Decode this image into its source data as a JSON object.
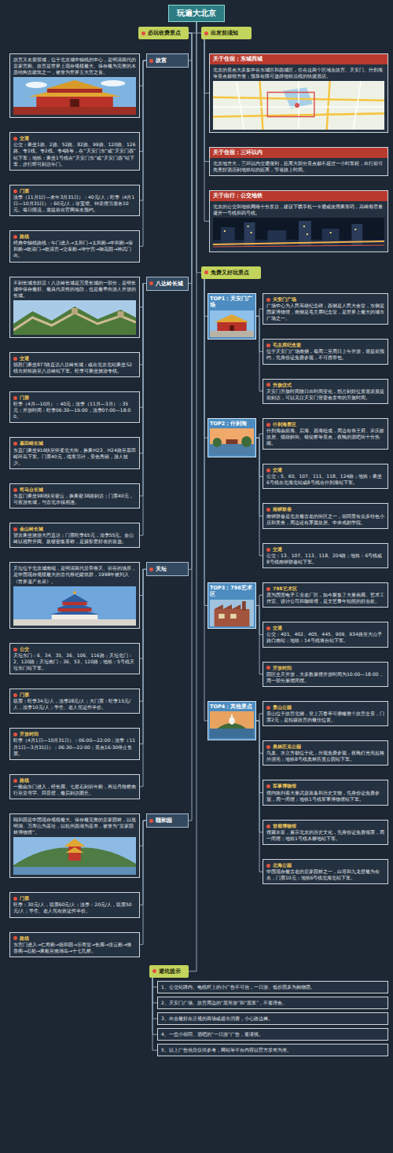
{
  "diagram": {
    "title": "玩遍大北京",
    "nodes": [
      {
        "text": [
          "玩遍大北京"
        ]
      },
      {
        "text": [
          "必玩收费景点"
        ]
      },
      {
        "text": [
          "出发前须知"
        ]
      },
      {
        "text": [
          "故宫"
        ]
      },
      {
        "text": [
          "故宫又名紫禁城，位于北京城中轴线的中心，是明清两代的皇家宫殿。故宫是世界上现存规模最大、保存最为完整的木质结构古建筑之一，被誉为世界五大宫之首。"
        ]
      },
      {
        "text": [
          "交通",
          "公交：乘坐1路、2路、52路、82路、99路、120路、126路、专1线、专2线、专4路等，在“天安门东”或“天安门西”站下车；地铁：乘坐1号线在“天安门东”或“天安门西”站下车，步行即可到达午门。"
        ]
      },
      {
        "text": [
          "门票",
          "淡季（11月1日—来年3月31日）：40元/人；旺季（4月1日—10月31日）：60元/人；珍宝馆、钟表馆另需各10元。每日限流，需提前在官网实名预约。"
        ]
      },
      {
        "text": [
          "路线",
          "经典中轴线路线：午门进入→太和门→太和殿→中和殿→保和殿→乾清门→乾清宫→交泰殿→坤宁宫→御花园→神武门出。"
        ]
      },
      {
        "text": [
          "八达岭长城"
        ]
      },
      {
        "text": [
          "不到长城非好汉！八达岭长城是万里长城的一部分，是明长城中保存最好、最具代表性的地段，也是最早向游人开放的长城。"
        ]
      },
      {
        "text": [
          "交通",
          "德胜门乘坐877路直达八达岭长城；或在北京北站乘坐S2线市郊铁路至八达岭站下车。旺季可乘坐旅游专线。"
        ]
      },
      {
        "text": [
          "门票",
          "旺季（4月—10月）：40元；淡季（11月—3月）：35元；开放时间：旺季06:30—19:00，淡季07:00—18:00。"
        ]
      },
      {
        "text": [
          "慕田峪长城",
          "东直门乘坐916快至怀柔北大街，换乘H23、H24路至慕田峪环岛下车。门票40元，缆车另计，景色秀丽，游人较少。"
        ]
      },
      {
        "text": [
          "司马台长城",
          "东直门乘坐980快至密云，换乘密38路到达；门票40元，可夜游长城，与古北水镇相连。"
        ]
      },
      {
        "text": [
          "金山岭长城",
          "望京乘坐旅游大巴直达；门票旺季65元，淡季55元。金山岭以视野开阔、敌楼密集著称，是摄影爱好者的首选。"
        ]
      },
      {
        "text": [
          "天坛"
        ]
      },
      {
        "text": [
          "天坛位于北京城南端，是明清两代皇帝祭天、祈谷的场所，是中国现存规模最大的古代祭祀建筑群，1998年被列入《世界遗产名录》。"
        ]
      },
      {
        "text": [
          "公交",
          "天坛东门：6、34、35、36、106、116路；天坛北门：2、120路；天坛南门：36、53、120路；地铁：5号线天坛东门站下车。"
        ]
      },
      {
        "text": [
          "门票",
          "联票：旺季34元/人，淡季28元/人；大门票：旺季15元/人，淡季10元/人；学生、老人凭证件半价。"
        ]
      },
      {
        "text": [
          "开放时间",
          "旺季（4月1日—10月31日）：06:00—22:00；淡季（11月1日—3月31日）：06:30—22:00；景点16:30停止售票。"
        ]
      },
      {
        "text": [
          "路线",
          "一般由东门进入，经长廊、七星石到祈年殿，再沿丹陛桥南行至皇穹宇、回音壁，最后到达圜丘。"
        ]
      },
      {
        "text": [
          "颐和园"
        ]
      },
      {
        "text": [
          "颐和园是中国现存规模最大、保存最完整的皇家园林，以昆明湖、万寿山为基址，以杭州西湖为蓝本，被誉为“皇家园林博物馆”。"
        ]
      },
      {
        "text": [
          "门票",
          "旺季：30元/人，联票60元/人；淡季：20元/人，联票50元/人；学生、老人凭有效证件半价。"
        ]
      },
      {
        "text": [
          "路线",
          "东宫门进入→仁寿殿→德和园→乐寿堂→长廊→排云殿→佛香阁→石舫→乘船至南湖岛→十七孔桥。"
        ]
      },
      {
        "text": [
          "关于住宿：东城西城",
          "北京的景点大多集中在东城区和西城区，住在这两个区域去故宫、天安门、什刹海等景点都很方便；预算有限可选择地铁沿线的快捷酒店。"
        ]
      },
      {
        "text": [
          "关于住宿：三环以内",
          "北京地方大，三环以内交通便利，距离大部分景点都不超过一小时车程，出行前可先查好酒店到地铁站的距离，节省路上时间。"
        ]
      },
      {
        "text": [
          "关于出行：公交地铁",
          "北京的公交和地铁网络十分发达，建议下载手机一卡通或使用乘车码，高峰期尽量避开一号线和四号线。"
        ]
      },
      {
        "text": [
          "免费又好玩景点"
        ]
      },
      {
        "text": [
          "TOP1：天安门广场"
        ]
      },
      {
        "text": [
          "天安门广场",
          "广场中心为人民英雄纪念碑，西侧是人民大会堂，东侧是国家博物馆，南侧是毛主席纪念堂，是世界上最大的城市广场之一。"
        ]
      },
      {
        "text": [
          "毛主席纪念堂",
          "位于天安门广场南侧，每周二至周日上午开放，需提前预约，凭身份证免费参观，不可携带包。"
        ]
      },
      {
        "text": [
          "升旗仪式",
          "天安门升旗时间随日出时间变化，想占到好位置需凌晨提前到达，可以关注天安门管委会发布的升旗时间。"
        ]
      },
      {
        "text": [
          "TOP2：什刹海"
        ]
      },
      {
        "text": [
          "什刹海景区",
          "什刹海由前海、后海、西海组成，周边有恭王府、宋庆龄故居、烟袋斜街、银锭桥等景点，夜晚的酒吧街十分热闹。"
        ]
      },
      {
        "text": [
          "交通",
          "公交：5、60、107、111、118、124路；地铁：乘坐6号线在北海北站或8号线在什刹海站下车。"
        ]
      },
      {
        "text": [
          "南锣鼓巷",
          "南锣鼓巷是北京最古老的街区之一，胡同里有众多特色小店和美食，周边还有茅盾故居、中央戏剧学院。"
        ]
      },
      {
        "text": [
          "交通",
          "公交：13、107、113、118、204路；地铁：6号线或8号线南锣鼓巷站下车。"
        ]
      },
      {
        "text": [
          "TOP3：798艺术区"
        ]
      },
      {
        "text": [
          "798艺术区",
          "原为国营电子工业老厂区，如今聚集了大量画廊、艺术工作室、设计公司和咖啡馆，是文艺青年拍照的好去处。"
        ]
      },
      {
        "text": [
          "交通",
          "公交：401、402、405、445、909、934路至大山子路口南站；地铁：14号线将台站下车。"
        ]
      },
      {
        "text": [
          "开放时间",
          "园区全天开放，大多数展馆开放时间为10:00—18:00，周一部分展馆闭馆。"
        ]
      },
      {
        "text": [
          "TOP4：其他景点"
        ]
      },
      {
        "text": [
          "景山公园",
          "景山位于故宫北侧，登上万春亭可俯瞰整个故宫全景，门票2元，是拍摄故宫的最佳位置。"
        ]
      },
      {
        "text": [
          "奥林匹克公园",
          "鸟巢、水立方都位于此，外观免费参观，夜晚灯光亮起格外漂亮；地铁8号线奥林匹克公园站下车。"
        ]
      },
      {
        "text": [
          "军事博物馆",
          "馆内陈列着大量武器装备和历史文物，凭身份证免费参观，周一闭馆；地铁1号线军事博物馆站下车。"
        ]
      },
      {
        "text": [
          "首都博物馆",
          "馆藏丰富，展示北京的历史文化，凭身份证免费领票，周一闭馆；地铁1号线木樨地站下车。"
        ]
      },
      {
        "text": [
          "北海公园",
          "中国现存最古老的皇家园林之一，白塔和九龙壁最为有名，门票10元；地铁6号线北海北站下车。"
        ]
      },
      {
        "text": [
          "避坑提示"
        ]
      },
      {
        "text": [
          "1、公交站牌内、电线杆上的小广告不可信，一日游、低价团多为购物团。"
        ]
      },
      {
        "text": [
          "2、天安门广场、故宫周边的“黑导游”和“黑车”，不要理会。"
        ]
      },
      {
        "text": [
          "3、出去最好在正规的商场或超市消费，小心路边摊。"
        ]
      },
      {
        "text": [
          "4、一些小胡同、酒吧的“一日游”广告，要谨慎。"
        ]
      },
      {
        "text": [
          "5、以上广告信息仅供参考，网站等平台内容以官方发布为准。"
        ]
      }
    ],
    "edges": [
      {
        "from": 0,
        "to": 1,
        "arrow": "none"
      },
      {
        "from": 0,
        "to": 2,
        "arrow": "none"
      },
      {
        "from": 0,
        "to": 28,
        "arrow": "none"
      },
      {
        "from": 0,
        "to": 48,
        "arrow": "none"
      },
      {
        "from": 1,
        "to": 3,
        "arrow": "none"
      },
      {
        "from": 1,
        "to": 8,
        "arrow": "none"
      },
      {
        "from": 1,
        "to": 15,
        "arrow": "none"
      },
      {
        "from": 1,
        "to": 21,
        "arrow": "none"
      },
      {
        "from": 3,
        "to": 4,
        "arrow": "none"
      },
      {
        "from": 3,
        "to": 5,
        "arrow": "none"
      },
      {
        "from": 3,
        "to": 6,
        "arrow": "none"
      },
      {
        "from": 3,
        "to": 7,
        "arrow": "none"
      },
      {
        "from": 8,
        "to": 9,
        "arrow": "none"
      },
      {
        "from": 8,
        "to": 10,
        "arrow": "none"
      },
      {
        "from": 8,
        "to": 11,
        "arrow": "none"
      },
      {
        "from": 8,
        "to": 12,
        "arrow": "none"
      },
      {
        "from": 8,
        "to": 13,
        "arrow": "none"
      },
      {
        "from": 8,
        "to": 14,
        "arrow": "none"
      },
      {
        "from": 15,
        "to": 16,
        "arrow": "none"
      },
      {
        "from": 15,
        "to": 17,
        "arrow": "none"
      },
      {
        "from": 15,
        "to": 18,
        "arrow": "none"
      },
      {
        "from": 15,
        "to": 19,
        "arrow": "none"
      },
      {
        "from": 15,
        "to": 20,
        "arrow": "none"
      },
      {
        "from": 21,
        "to": 22,
        "arrow": "none"
      },
      {
        "from": 21,
        "to": 23,
        "arrow": "none"
      },
      {
        "from": 21,
        "to": 24,
        "arrow": "none"
      },
      {
        "from": 2,
        "to": 25,
        "arrow": "none"
      },
      {
        "from": 2,
        "to": 26,
        "arrow": "none"
      },
      {
        "from": 2,
        "to": 27,
        "arrow": "none"
      },
      {
        "from": 28,
        "to": 29,
        "arrow": "none"
      },
      {
        "from": 28,
        "to": 33,
        "arrow": "none"
      },
      {
        "from": 28,
        "to": 38,
        "arrow": "none"
      },
      {
        "from": 28,
        "to": 42,
        "arrow": "none"
      },
      {
        "from": 29,
        "to": 30,
        "arrow": "none"
      },
      {
        "from": 29,
        "to": 31,
        "arrow": "none"
      },
      {
        "from": 29,
        "to": 32,
        "arrow": "none"
      },
      {
        "from": 33,
        "to": 34,
        "arrow": "none"
      },
      {
        "from": 33,
        "to": 35,
        "arrow": "none"
      },
      {
        "from": 33,
        "to": 36,
        "arrow": "none"
      },
      {
        "from": 33,
        "to": 37,
        "arrow": "none"
      },
      {
        "from": 38,
        "to": 39,
        "arrow": "none"
      },
      {
        "from": 38,
        "to": 40,
        "arrow": "none"
      },
      {
        "from": 38,
        "to": 41,
        "arrow": "none"
      },
      {
        "from": 42,
        "to": 43,
        "arrow": "none"
      },
      {
        "from": 42,
        "to": 44,
        "arrow": "none"
      },
      {
        "from": 42,
        "to": 45,
        "arrow": "none"
      },
      {
        "from": 42,
        "to": 46,
        "arrow": "none"
      },
      {
        "from": 42,
        "to": 47,
        "arrow": "none"
      },
      {
        "from": 48,
        "to": 49,
        "arrow": "none"
      },
      {
        "from": 48,
        "to": 50,
        "arrow": "none"
      },
      {
        "from": 48,
        "to": 51,
        "arrow": "none"
      },
      {
        "from": 48,
        "to": 52,
        "arrow": "none"
      },
      {
        "from": 48,
        "to": 53,
        "arrow": "none"
      }
    ]
  }
}
